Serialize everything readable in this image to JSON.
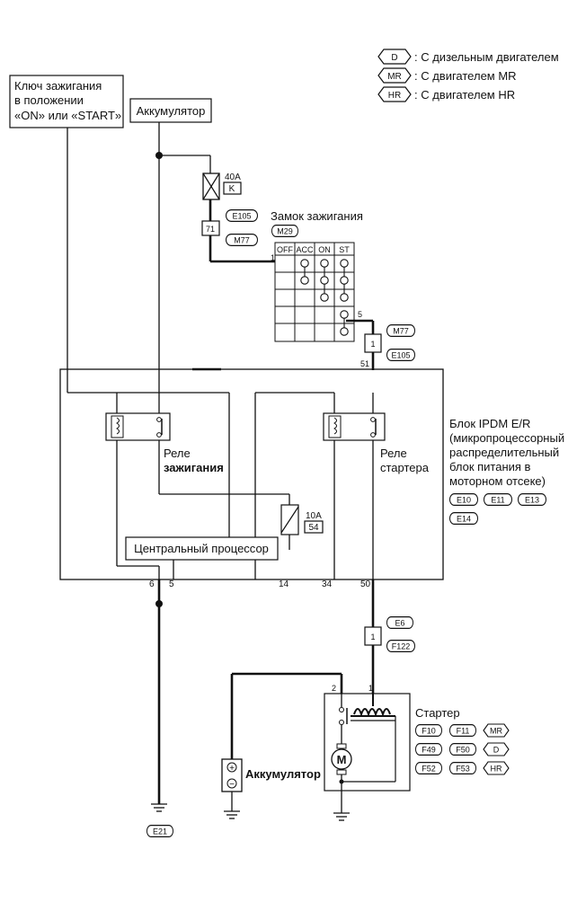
{
  "legend": {
    "items": [
      {
        "code": "D",
        "text": ": С дизельным двигателем"
      },
      {
        "code": "MR",
        "text": ": С двигателем MR"
      },
      {
        "code": "HR",
        "text": ": С двигателем HR"
      }
    ]
  },
  "ignition_key": {
    "lines": [
      "Ключ зажигания",
      "в положении",
      "«ON» или «START»"
    ]
  },
  "battery_top": {
    "label": "Аккумулятор"
  },
  "fuse_40a": {
    "rating": "40A",
    "code": "K"
  },
  "connector_top": {
    "pin": "71",
    "codes": [
      "E105",
      "M77"
    ]
  },
  "ignition_switch": {
    "title": "Замок зажигания",
    "code": "M29",
    "columns": [
      "OFF",
      "ACC",
      "ON",
      "ST"
    ],
    "pin_in": "1",
    "pin_out": "5"
  },
  "connector_mid": {
    "pin": "1",
    "codes": [
      "M77",
      "E105"
    ]
  },
  "ipdm": {
    "pin_in": "51",
    "title_lines": [
      "Блок IPDM E/R",
      "(микропроцессорный",
      "распределительный",
      "блок питания в",
      "моторном отсеке)"
    ],
    "codes": [
      "E10",
      "E11",
      "E13",
      "E14"
    ],
    "relay_ignition": [
      "Реле",
      "зажигания"
    ],
    "relay_starter": [
      "Реле",
      "стартера"
    ],
    "cpu": "Центральный процессор",
    "fuse_10a": {
      "rating": "10A",
      "code": "54"
    },
    "pins": [
      "6",
      "5",
      "14",
      "34",
      "50"
    ]
  },
  "connector_low": {
    "pin": "1",
    "codes": [
      "E6",
      "F122"
    ]
  },
  "starter": {
    "title": "Стартер",
    "pins": [
      "2",
      "1"
    ],
    "motor": "M",
    "codes": [
      {
        "a": "F10",
        "b": "F11",
        "engine": "MR"
      },
      {
        "a": "F49",
        "b": "F50",
        "engine": "D"
      },
      {
        "a": "F52",
        "b": "F53",
        "engine": "HR"
      }
    ]
  },
  "battery_bottom": {
    "label": "Аккумулятор",
    "plus": "+",
    "minus": "−"
  },
  "ground": {
    "code": "E21"
  }
}
